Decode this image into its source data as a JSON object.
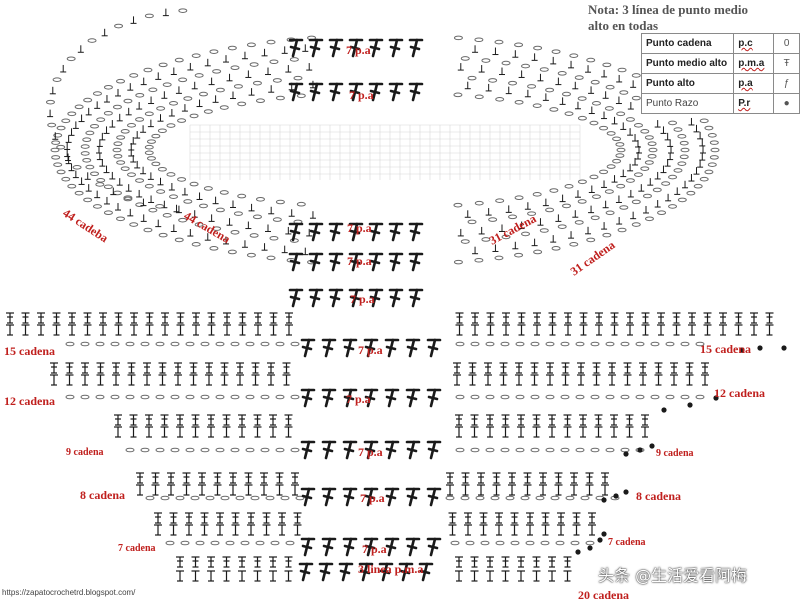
{
  "note": {
    "line1": "Nota: 3 línea de punto medio",
    "line2": "alto en todas"
  },
  "legend": {
    "rows": [
      {
        "name": "Punto cadena",
        "abbr": "p.c",
        "symbol": "0",
        "icon": "chain-stitch-icon",
        "bold": true
      },
      {
        "name": "Punto medio alto",
        "abbr": "p.m.a",
        "symbol": "Ŧ",
        "icon": "half-double-crochet-icon",
        "bold": true
      },
      {
        "name": "Punto alto",
        "abbr": "p.a",
        "symbol": "ƒ",
        "icon": "double-crochet-icon",
        "bold": true
      },
      {
        "name": "Punto Razo",
        "abbr": "P.r",
        "symbol": "●",
        "icon": "slip-stitch-icon",
        "bold": false
      }
    ]
  },
  "labels": {
    "sole_top_1": "7 p.a",
    "sole_top_2": "7 p.a",
    "sole_bottom_1": "7 p.a",
    "sole_bottom_2": "7 p.a",
    "sole_bottom_3": "7 p.a",
    "left_outer": "44 cadeba",
    "left_inner": "44 cadena",
    "right_inner": "31 cadena",
    "right_outer": "31 cadena",
    "rows": [
      {
        "left": "15 cadena",
        "right": "15 cadena",
        "center": "7 p.a"
      },
      {
        "left": "12 cadena",
        "right": "12 cadena",
        "center": "7 p.a"
      },
      {
        "left": "9 cadena",
        "right": "9 cadena",
        "center": "7 p.a"
      },
      {
        "left": "8 cadena",
        "right": "8 cadena",
        "center": "7 p.a"
      },
      {
        "left": "7 cadena",
        "right": "7 cadena",
        "center": "7 p.a"
      }
    ],
    "bottom_center": "3 linea p.m.a",
    "bottom_right": "20 cadena"
  },
  "source": "https://zapatocrochetrd.blogspot.com/",
  "watermark": "头条 @生活爱看阿梅",
  "colors": {
    "label": "#c0201e",
    "stitch": "#1a1a1a",
    "chain": "#6a6a6a",
    "grid": "#d8d8d8",
    "note": "#555555"
  }
}
